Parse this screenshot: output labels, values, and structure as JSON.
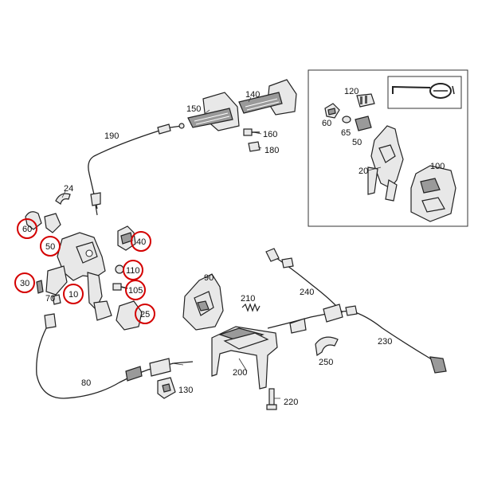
{
  "colors": {
    "highlight": "#d40000",
    "line": "#222222",
    "part_fill": "#e8e8e8"
  },
  "labels": {
    "l10": "10",
    "l20": "20",
    "l24": "24",
    "l25": "25",
    "l30": "30",
    "l40": "40",
    "l50": "50",
    "l60": "60",
    "l65": "65",
    "l70": "70",
    "l80": "80",
    "l90": "90",
    "l100": "100",
    "l105": "105",
    "l110": "110",
    "l120": "120",
    "l130": "130",
    "l140": "140",
    "l150": "150",
    "l160": "160",
    "l180": "180",
    "l190": "190",
    "l200": "200",
    "l210": "210",
    "l220": "220",
    "l230": "230",
    "l240": "240",
    "l250": "250",
    "inset_50": "50",
    "inset_60": "60",
    "inset_20": "20"
  },
  "highlighted_parts": [
    "10",
    "25",
    "30",
    "40",
    "50",
    "60",
    "105",
    "110"
  ]
}
